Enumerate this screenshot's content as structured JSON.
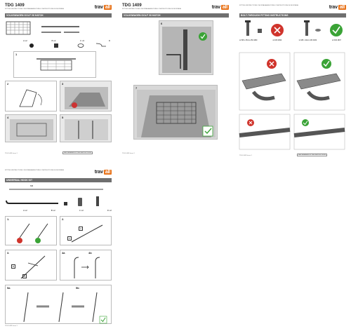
{
  "sheet1": {
    "title": "TDG 1409",
    "header_text": "FITTING INSTRUCTIONS / MONTAGEANLEITUNG / INSTRUCTIONS DE MONTAGE",
    "logo_text": "trav",
    "logo_accent": "all",
    "band": "VOLKSWAGEN GOLF VII HATCH",
    "parts": [
      "A x2",
      "B x2",
      "C x2",
      "D"
    ],
    "steps": [
      "1",
      "2",
      "3",
      "4",
      "5"
    ],
    "foot_left": "TDG 1409 Issue 1",
    "foot_right": "SEE SEPARATE FITTING INSTRUCTIONS"
  },
  "sheet2": {
    "title": "TDG 1409",
    "header_text": "FITTING INSTRUCTIONS / MONTAGEANLEITUNG / INSTRUCTIONS DE MONTAGE",
    "logo_text": "trav",
    "logo_accent": "all",
    "band": "VOLKSWAGEN GOLF VII HATCH",
    "steps": [
      "6",
      "7"
    ],
    "foot_left": "TDG 1409 Issue 1"
  },
  "sheet3": {
    "header_text": "FITTING INSTRUCTIONS / MONTAGEANLEITUNG / INSTRUCTIONS DE MONTAGE",
    "logo_text": "trav",
    "logo_accent": "all",
    "band": "BOLT-THROUGH FITTING INSTRUCTIONS",
    "parts": [
      "x2 M8 x 25mm A50 4890",
      "x2 A50 4890",
      "x2 M8 x 42mm A50 4829",
      "x2 A50 4897"
    ],
    "foot_left": "TDG 1409 Issue 1",
    "foot_right": "SEE SEPARATE FITTING INSTRUCTIONS"
  },
  "sheet4": {
    "header_text": "FITTING INSTRUCTIONS / MONTAGEANLEITUNG / INSTRUCTIONS DE MONTAGE",
    "logo_text": "trav",
    "logo_accent": "all",
    "band": "UNIVERSAL HOOK KIT",
    "parts": [
      "M6",
      "A x2",
      "B x2",
      "C x2",
      "D x2"
    ],
    "steps": [
      "1.",
      "2.",
      "3.",
      "4a",
      "4b",
      "5a",
      "5b"
    ],
    "labels": [
      "A",
      "B",
      "C",
      "D"
    ],
    "foot_left": "TDG 1409 Issue 1"
  },
  "colors": {
    "accent": "#e8731a",
    "band": "#6f6f6f",
    "wrong": "#d0342c",
    "right": "#3aa336"
  }
}
